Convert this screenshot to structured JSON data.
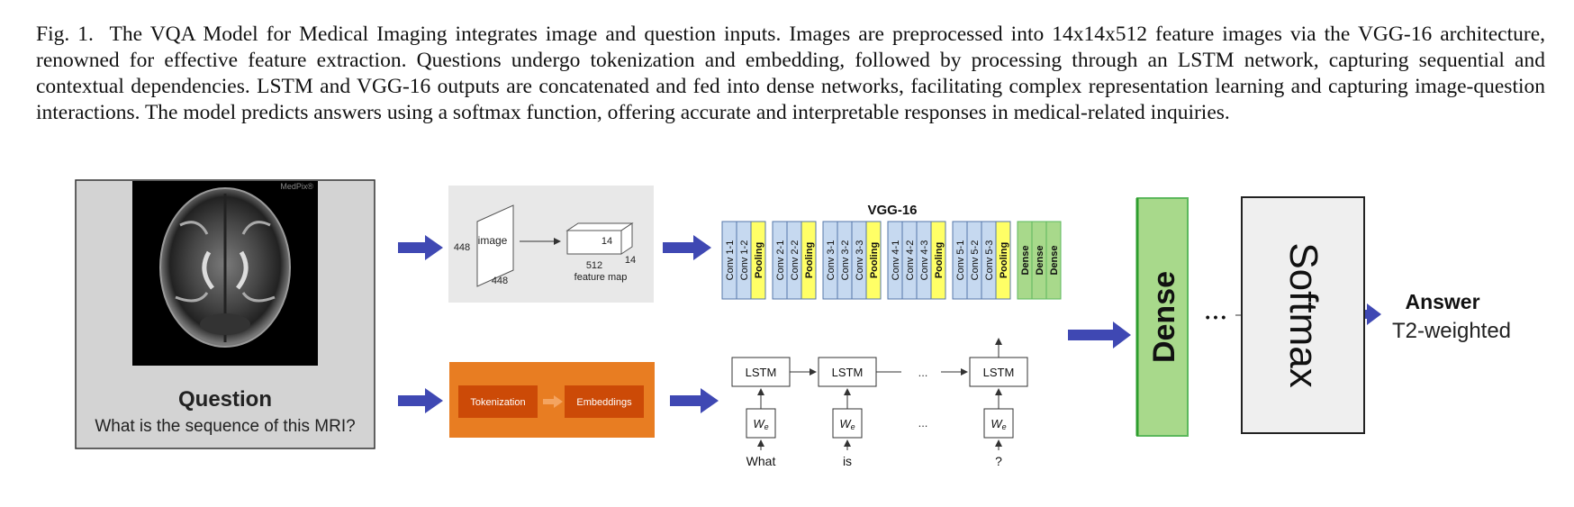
{
  "caption": {
    "label": "Fig. 1.",
    "text": "The VQA Model for Medical Imaging integrates image and question inputs. Images are preprocessed into 14x14x512 feature images via the VGG-16 architecture, renowned for effective feature extraction. Questions undergo tokenization and embedding, followed by processing through an LSTM network, capturing sequential and contextual dependencies. LSTM and VGG-16 outputs are concatenated and fed into dense networks, facilitating complex representation learning and capturing image-question interactions. The model predicts answers using a softmax function, offering accurate and interpretable responses in medical-related inquiries."
  },
  "input_panel": {
    "watermark": "MedPix®",
    "question_title": "Question",
    "question_text": "What is the sequence of this MRI?"
  },
  "preprocess": {
    "image_label": "image",
    "dim_height": "448",
    "dim_width": "448",
    "feature_channels": "512",
    "feature_side": "14",
    "feature_depth": "14",
    "feature_label": "feature map"
  },
  "text_preprocess": {
    "tokenization": "Tokenization",
    "embeddings": "Embeddings"
  },
  "vgg": {
    "title": "VGG-16",
    "layers": [
      "Conv 1-1",
      "Conv 1-2",
      "Pooling",
      "Conv 2-1",
      "Conv 2-2",
      "Pooling",
      "Conv 3-1",
      "Conv 3-2",
      "Conv 3-3",
      "Pooling",
      "Conv 4-1",
      "Conv 4-2",
      "Conv 4-3",
      "Pooling",
      "Conv 5-1",
      "Conv 5-2",
      "Conv 5-3",
      "Pooling",
      "Dense",
      "Dense",
      "Dense"
    ]
  },
  "lstm": {
    "cell_label": "LSTM",
    "embed_label": "We",
    "embed_sub": "e",
    "ellipsis": "...",
    "words": [
      "What",
      "is",
      "?"
    ]
  },
  "head": {
    "dense_label": "Dense",
    "dots": "• • •",
    "softmax_label": "Softmax",
    "answer_title": "Answer",
    "answer_value": "T2-weighted"
  },
  "colors": {
    "arrow": "#3f48b3",
    "conv": "#c6d9f0",
    "pool": "#ffff66",
    "dense": "#a8d98b",
    "dense_border": "#5cb85c",
    "text_box": "#e87d22",
    "text_inner": "#cc4a07"
  }
}
